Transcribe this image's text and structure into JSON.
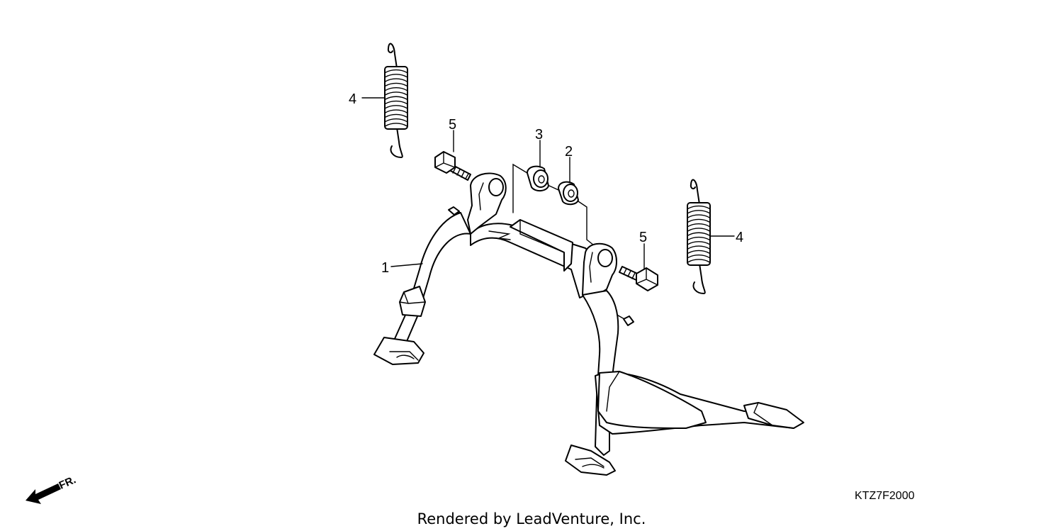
{
  "callouts": {
    "part1": "1",
    "part2": "2",
    "part3": "3",
    "part4_left": "4",
    "part4_right": "4",
    "part5_left": "5",
    "part5_right": "5"
  },
  "direction": {
    "label": "FR.",
    "icon": "front-direction-arrow-icon"
  },
  "diagram_code": "KTZ7F2000",
  "footer": "Rendered by LeadVenture, Inc.",
  "colors": {
    "line": "#000000",
    "background": "#ffffff"
  }
}
